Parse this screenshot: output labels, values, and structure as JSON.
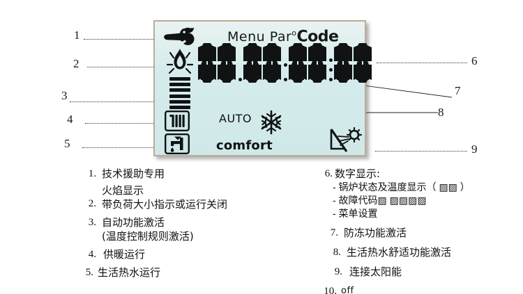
{
  "lcd": {
    "header": {
      "menu": "Menu",
      "par": "Par",
      "degree": "o",
      "code": "Code"
    },
    "icons": {
      "wrench": "wrench-icon",
      "flame": "flame-icon",
      "power_bars": "power-level-bars",
      "radiator": "radiator-icon",
      "tap": "tap-icon",
      "snowflake": "snowflake-icon",
      "solar": "solar-panel-icon"
    },
    "power_bar_count": 6,
    "digit_count": 8,
    "digit_groups": [
      2,
      2,
      2,
      2
    ],
    "auto_label": "AUTO",
    "comfort_label": "comfort",
    "colors": {
      "screen_bg": "#d6ecec",
      "screen_border": "#b9ae96",
      "segment": "#101214"
    }
  },
  "callouts": {
    "left": [
      "1",
      "2",
      "3",
      "4",
      "5"
    ],
    "right": [
      "6",
      "7",
      "8",
      "9"
    ]
  },
  "legend": {
    "left": [
      {
        "num": "1.",
        "text": "技术援助专用"
      },
      {
        "num": "2.",
        "text": "火焰显示\n带负荷大小指示或运行关闭"
      },
      {
        "num": "3.",
        "text": "自动功能激活\n(温度控制规则激活)"
      },
      {
        "num": "4.",
        "text": "供暖运行"
      },
      {
        "num": "5.",
        "text": "生活热水运行"
      }
    ],
    "right": [
      {
        "num": "6.",
        "text": "数字显示:",
        "sub": [
          "- 锅炉状态及温度显示（ ▨▨ ）",
          "- 故障代码▨ ▨▨▨▨",
          "- 菜单设置"
        ]
      },
      {
        "num": "7.",
        "text": "防冻功能激活"
      },
      {
        "num": "8.",
        "text": "生活热水舒适功能激活"
      },
      {
        "num": "9.",
        "text": "连接太阳能"
      },
      {
        "num": "10.",
        "text": "off"
      }
    ]
  }
}
